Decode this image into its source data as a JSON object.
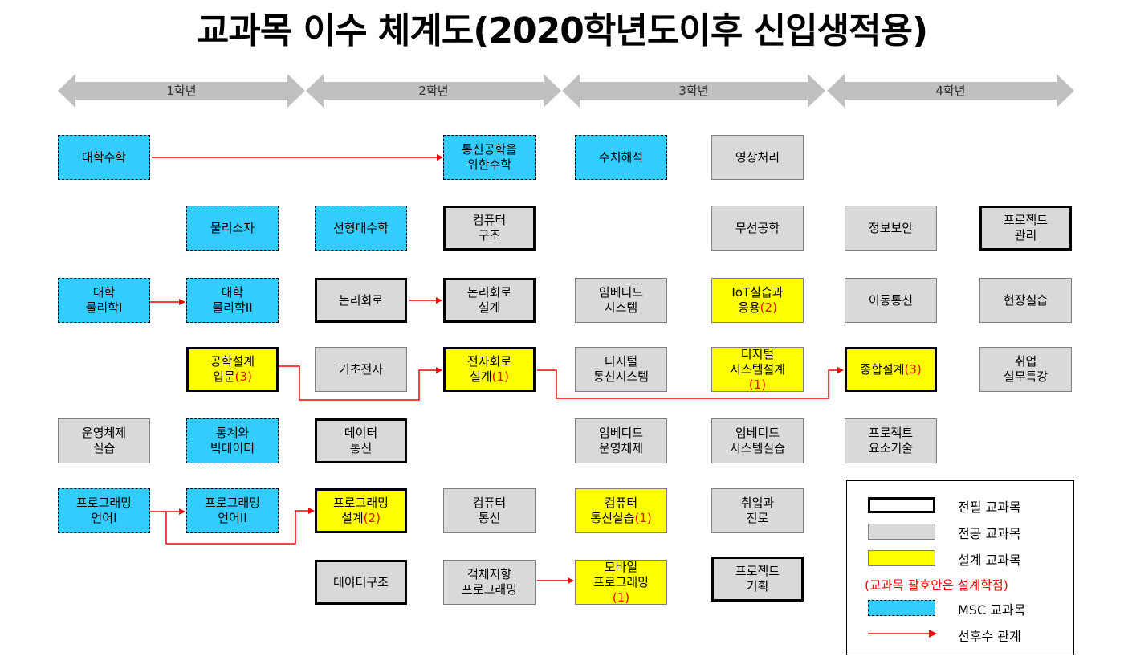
{
  "title": "교과목 이수 체계도(2020학년도이후 신입생적용)",
  "years": [
    "1학년",
    "2학년",
    "3학년",
    "4학년"
  ],
  "courses": {
    "c_math": {
      "label": "대학수학",
      "type": "msc"
    },
    "c_commmath": {
      "label": "통신공학을\n위한수학",
      "type": "msc"
    },
    "c_numeric": {
      "label": "수치해석",
      "type": "msc"
    },
    "c_image": {
      "label": "영상처리",
      "type": "major"
    },
    "c_physics0": {
      "label": "물리소자",
      "type": "msc"
    },
    "c_linalg": {
      "label": "선형대수학",
      "type": "msc"
    },
    "c_comparch": {
      "label": "컴퓨터\n구조",
      "type": "major-req"
    },
    "c_wireless": {
      "label": "무선공학",
      "type": "major"
    },
    "c_security": {
      "label": "정보보안",
      "type": "major"
    },
    "c_projmgmt": {
      "label": "프로젝트\n관리",
      "type": "major-req"
    },
    "c_phys1": {
      "label": "대학\n물리학I",
      "type": "msc"
    },
    "c_phys2": {
      "label": "대학\n물리학II",
      "type": "msc"
    },
    "c_logic": {
      "label": "논리회로",
      "type": "major-req"
    },
    "c_logicdes": {
      "label": "논리회로\n설계",
      "type": "major-req"
    },
    "c_embsys": {
      "label": "임베디드\n시스템",
      "type": "major"
    },
    "c_iot": {
      "label": "IoT실습과\n응용",
      "credit": "(2)",
      "type": "design"
    },
    "c_mobile": {
      "label": "이동통신",
      "type": "major"
    },
    "c_field": {
      "label": "현장실습",
      "type": "major"
    },
    "c_intro": {
      "label": "공학설계\n입문",
      "credit": "(3)",
      "type": "design-req"
    },
    "c_basicel": {
      "label": "기초전자",
      "type": "major"
    },
    "c_circuit": {
      "label": "전자회로\n설계",
      "credit": "(1)",
      "type": "design-req"
    },
    "c_digcomm": {
      "label": "디지털\n통신시스템",
      "type": "major"
    },
    "c_digsys": {
      "label": "디지털\n시스템설계\n",
      "credit": "(1)",
      "type": "design"
    },
    "c_capstone": {
      "label": "종합설계",
      "credit": "(3)",
      "type": "design-req"
    },
    "c_job": {
      "label": "취업\n실무특강",
      "type": "major"
    },
    "c_os": {
      "label": "운영체제\n실습",
      "type": "major"
    },
    "c_stats": {
      "label": "통계와\n빅데이터",
      "type": "msc"
    },
    "c_datacomm": {
      "label": "데이터\n통신",
      "type": "major-req"
    },
    "c_embos": {
      "label": "임베디드\n운영체제",
      "type": "major"
    },
    "c_embsyslab": {
      "label": "임베디드\n시스템실습",
      "type": "major"
    },
    "c_projtech": {
      "label": "프로젝트\n요소기술",
      "type": "major"
    },
    "c_prog1": {
      "label": "프로그래밍\n언어I",
      "type": "msc"
    },
    "c_prog2": {
      "label": "프로그래밍\n언어II",
      "type": "msc"
    },
    "c_progdes": {
      "label": "프로그래밍\n설계",
      "credit": "(2)",
      "type": "design-req"
    },
    "c_compcomm": {
      "label": "컴퓨터\n통신",
      "type": "major"
    },
    "c_commlab": {
      "label": "컴퓨터\n통신실습",
      "credit": "(1)",
      "type": "design"
    },
    "c_career": {
      "label": "취업과\n진로",
      "type": "major"
    },
    "c_datastr": {
      "label": "데이터구조",
      "type": "major-req"
    },
    "c_oop": {
      "label": "객체지향\n프로그래밍",
      "type": "major"
    },
    "c_mobprog": {
      "label": "모바일\n프로그래밍\n",
      "credit": "(1)",
      "type": "design"
    },
    "c_projplan": {
      "label": "프로젝트\n기획",
      "type": "major-req"
    }
  },
  "prerequisites": [
    [
      "c_math",
      "c_commmath"
    ],
    [
      "c_phys1",
      "c_phys2"
    ],
    [
      "c_logic",
      "c_logicdes"
    ],
    [
      "c_intro",
      "c_circuit"
    ],
    [
      "c_circuit",
      "c_capstone"
    ],
    [
      "c_prog1",
      "c_prog2"
    ],
    [
      "c_prog1",
      "c_progdes"
    ],
    [
      "c_oop",
      "c_mobprog"
    ]
  ],
  "legend": {
    "required": "전필 교과목",
    "major": "전공 교과목",
    "design": "설계 교과목",
    "note": "(교과목 괄호안은 설계학점)",
    "msc": "MSC 교과목",
    "prereq": "선후수 관계"
  },
  "colors": {
    "msc": "#33ccff",
    "design": "#ffff00",
    "major": "#d9d9d9",
    "arrow": "#ff0000",
    "year_arrow": "#c0c0c0"
  }
}
